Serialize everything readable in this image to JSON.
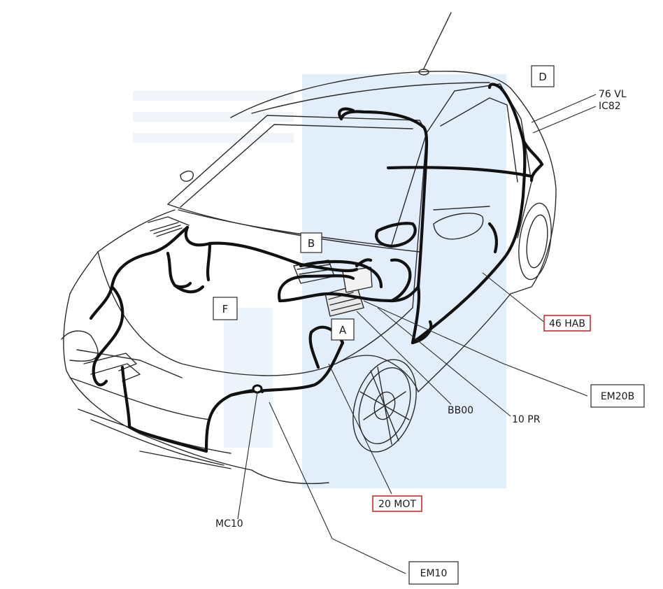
{
  "diagram": {
    "zone_labels": {
      "a": "A",
      "b": "B",
      "d": "D",
      "f": "F"
    },
    "callouts": {
      "vl76": "76 VL",
      "ic82": "IC82",
      "hab46": "46 HAB",
      "em20b": "EM20B",
      "bb00": "BB00",
      "pr10": "10 PR",
      "mot20": "20 MOT",
      "mc10": "MC10",
      "em10": "EM10"
    },
    "colors": {
      "outline": "#2a2a2a",
      "harness": "#111111",
      "highlight_box": "#cc2b2b",
      "watermark": "#e3eefb"
    }
  }
}
